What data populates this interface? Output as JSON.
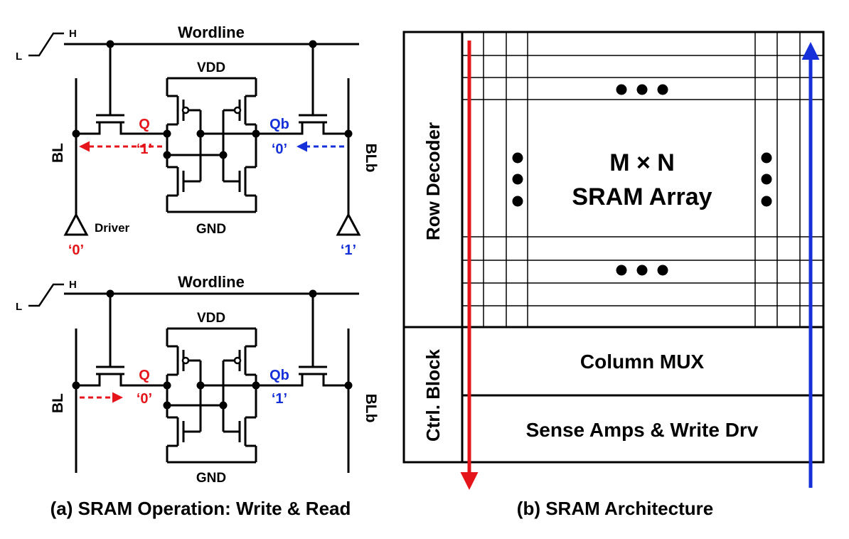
{
  "colors": {
    "ink": "#000000",
    "red": "#e4151b",
    "blue": "#1530d8"
  },
  "panel_a": {
    "caption": "(a) SRAM Operation: Write & Read",
    "write": {
      "wordline": "Wordline",
      "h": "H",
      "l": "L",
      "vdd": "VDD",
      "gnd": "GND",
      "bl": "BL",
      "blb": "BLb",
      "q": "Q",
      "qb": "Qb",
      "q_value": "‘1’",
      "qb_value": "‘0’",
      "driver": "Driver",
      "driver_left_value": "‘0’",
      "driver_right_value": "‘1’"
    },
    "read": {
      "wordline": "Wordline",
      "h": "H",
      "l": "L",
      "vdd": "VDD",
      "gnd": "GND",
      "bl": "BL",
      "blb": "BLb",
      "q": "Q",
      "qb": "Qb",
      "q_value": "‘0’",
      "qb_value": "‘1’"
    }
  },
  "panel_b": {
    "caption": "(b) SRAM Architecture",
    "row_decoder": "Row Decoder",
    "ctrl_block": "Ctrl. Block",
    "array_line1": "M × N",
    "array_line2": "SRAM Array",
    "column_mux": "Column MUX",
    "sense_amps": "Sense Amps & Write Drv"
  }
}
